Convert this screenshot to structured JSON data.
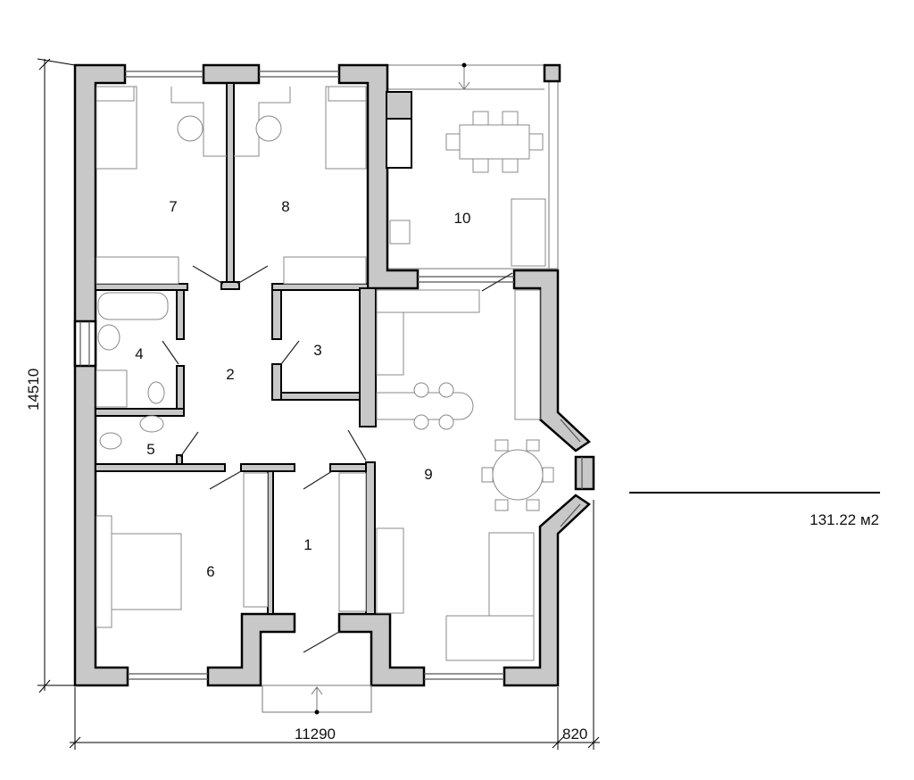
{
  "rooms": [
    {
      "number": "1"
    },
    {
      "number": "2"
    },
    {
      "number": "3"
    },
    {
      "number": "4"
    },
    {
      "number": "5"
    },
    {
      "number": "6"
    },
    {
      "number": "7"
    },
    {
      "number": "8"
    },
    {
      "number": "9"
    },
    {
      "number": "10"
    }
  ],
  "dimensions": {
    "total_height": "14510",
    "house_width": "11290",
    "terrace_extension": "820"
  },
  "total_area": "131.22 м2",
  "colors": {
    "wall_fill": "#c8c8c8",
    "outline": "#000000",
    "furniture": "#888888"
  }
}
